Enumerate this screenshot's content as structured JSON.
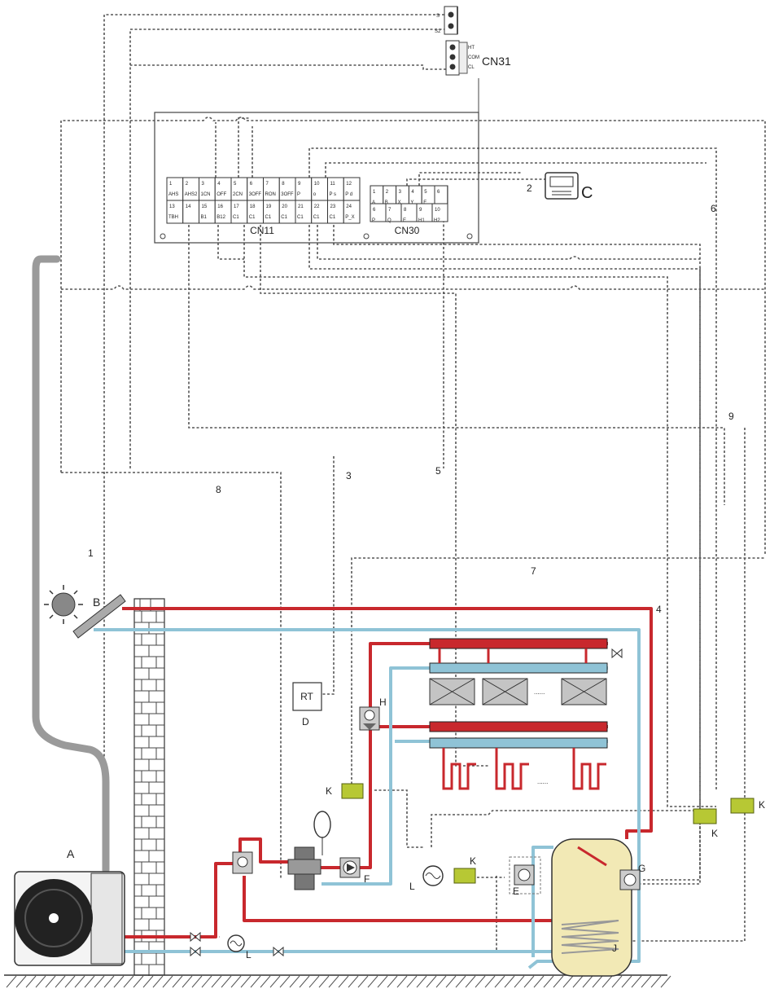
{
  "labels": {
    "A": "A",
    "B": "B",
    "C": "C",
    "D": "D",
    "E": "E",
    "F": "F",
    "G": "G",
    "H": "H",
    "J": "J",
    "K": "K",
    "L": "L"
  },
  "line_numbers": [
    "1",
    "2",
    "3",
    "4",
    "5",
    "6",
    "7",
    "8",
    "9"
  ],
  "connectors": {
    "cn11": "CN11",
    "cn30": "CN30",
    "cn31": "CN31"
  },
  "cn31_pins": [
    "HT",
    "COM",
    "CL"
  ],
  "top_terms": [
    "S",
    "S2"
  ],
  "thermostat": "RT",
  "cn11_top": [
    {
      "n": "1",
      "t": "AHS"
    },
    {
      "n": "2",
      "t": "AHS2"
    },
    {
      "n": "3",
      "t": "1CN"
    },
    {
      "n": "4",
      "t": "OFF"
    },
    {
      "n": "5",
      "t": "2CN"
    },
    {
      "n": "6",
      "t": "3OFF"
    },
    {
      "n": "7",
      "t": "RON"
    },
    {
      "n": "8",
      "t": "3OFF"
    },
    {
      "n": "9",
      "t": "P"
    },
    {
      "n": "10",
      "t": "o"
    },
    {
      "n": "11",
      "t": "P s"
    },
    {
      "n": "12",
      "t": "P d"
    }
  ],
  "cn11_bottom": [
    {
      "n": "13",
      "t": "TBH"
    },
    {
      "n": "14",
      "t": ""
    },
    {
      "n": "15",
      "t": "B1"
    },
    {
      "n": "16",
      "t": "B12"
    },
    {
      "n": "17",
      "t": "C1"
    },
    {
      "n": "18",
      "t": "C1"
    },
    {
      "n": "19",
      "t": "C1"
    },
    {
      "n": "20",
      "t": "C1"
    },
    {
      "n": "21",
      "t": "C1"
    },
    {
      "n": "22",
      "t": "C1"
    },
    {
      "n": "23",
      "t": "C1"
    },
    {
      "n": "24",
      "t": "P_X"
    }
  ],
  "cn30_top": [
    {
      "n": "1",
      "t": "A"
    },
    {
      "n": "2",
      "t": "B"
    },
    {
      "n": "3",
      "t": "X"
    },
    {
      "n": "4",
      "t": "Y"
    },
    {
      "n": "5",
      "t": "E"
    },
    {
      "n": "6",
      "t": ""
    }
  ],
  "cn30_bottom": [
    {
      "n": "6",
      "t": "P"
    },
    {
      "n": "7",
      "t": "Q"
    },
    {
      "n": "8",
      "t": "E"
    },
    {
      "n": "9",
      "t": "H1"
    },
    {
      "n": "10",
      "t": "H2"
    }
  ],
  "emitter_dots": "......",
  "colors": {
    "hot": "#c8282d",
    "cold": "#8fc3d6",
    "wire": "#555555",
    "sensor": "#b7c834"
  }
}
